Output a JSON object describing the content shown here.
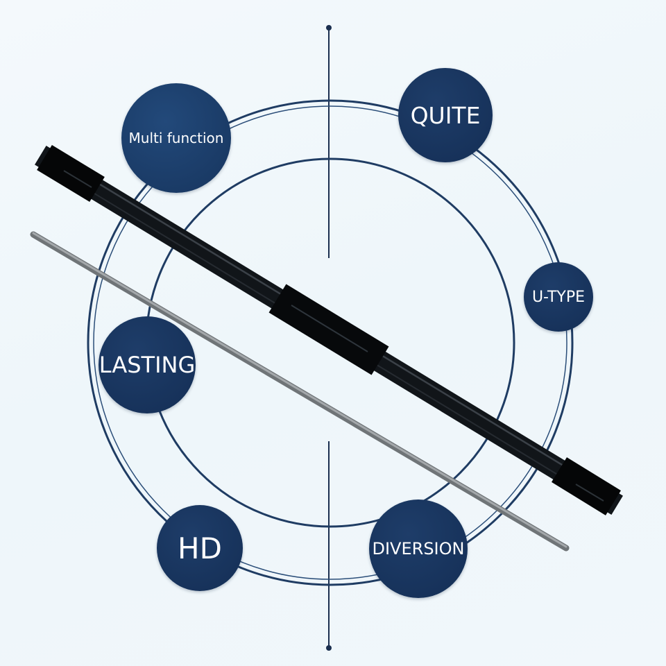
{
  "colors": {
    "badge_fill": "#17355e",
    "badge_fill_light": "#1d416d",
    "ring_stroke": "#1f3c63",
    "axis_stroke": "#1b2f4f",
    "blade_body": "#151a1f",
    "rubber_strip": "#8b8f92",
    "background": "#eef6fa"
  },
  "features": {
    "multi_function": "Multi function",
    "quite": "QUITE",
    "u_type": "U-TYPE",
    "lasting": "LASTING",
    "hd": "HD",
    "diversion": "DIVERSION"
  },
  "illustration": {
    "product": "wiper-blade",
    "accessory": "rubber-refill-strip"
  }
}
